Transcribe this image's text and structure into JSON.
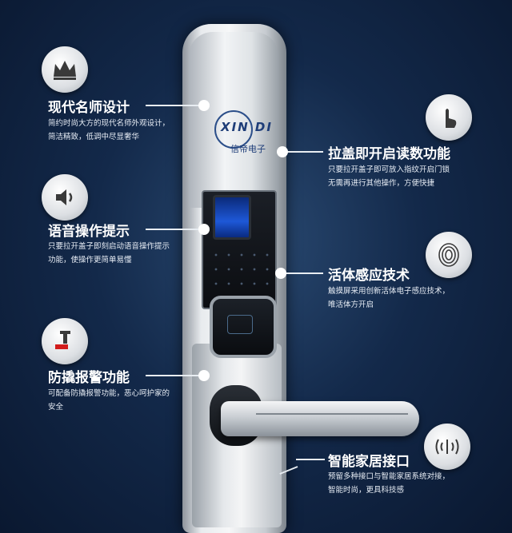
{
  "brand": {
    "logo_latin": "XIN DI",
    "logo_cn": "信帝电子"
  },
  "features": [
    {
      "icon": "crown-icon",
      "title": "现代名师设计",
      "desc_lines": [
        "简约时尚大方的现代名师外观设计，",
        "简洁精致，低调中尽显奢华"
      ]
    },
    {
      "icon": "volume-icon",
      "title": "语音操作提示",
      "desc_lines": [
        "只要拉开盖子即刻启动语音操作提示",
        "功能，使操作更简单易懂"
      ]
    },
    {
      "icon": "alarm-icon",
      "title": "防撬报警功能",
      "desc_lines": [
        "可配备防撬报警功能，恶心呵护家的",
        "安全"
      ]
    },
    {
      "icon": "finger-press-icon",
      "title": "拉盖即开启读数功能",
      "desc_lines": [
        "只要拉开盖子即可放入指纹开启门锁",
        "无需再进行其他操作，方便快捷"
      ]
    },
    {
      "icon": "fingerprint-icon",
      "title": "活体感应技术",
      "desc_lines": [
        "触摸屏采用创新活体电子感应技术，",
        "唯活体方开启"
      ]
    },
    {
      "icon": "signal-icon",
      "title": "智能家居接口",
      "desc_lines": [
        "预留多种接口与智能家居系统对接，",
        "智能时尚，更具科技感"
      ]
    }
  ]
}
